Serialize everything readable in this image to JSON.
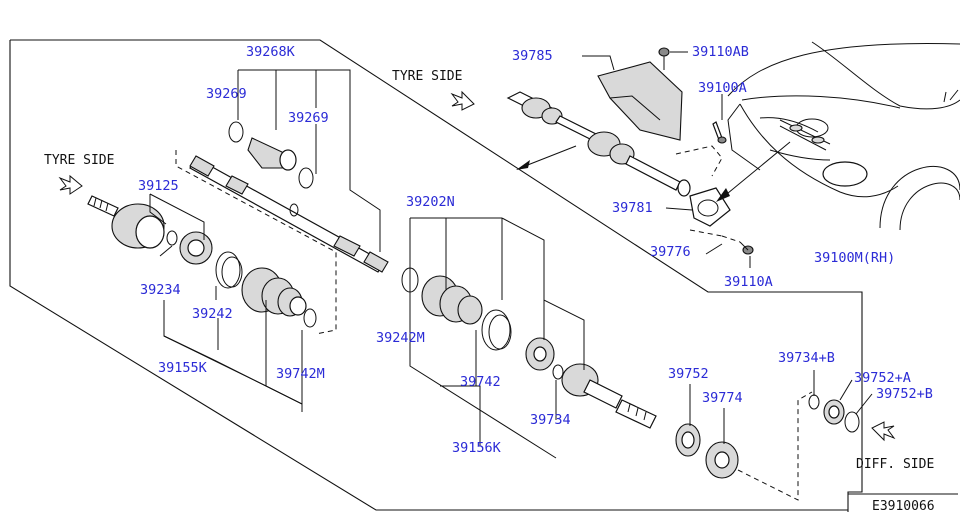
{
  "labels": {
    "p39268K": "39268K",
    "p39269a": "39269",
    "p39269b": "39269",
    "p39125": "39125",
    "p39234": "39234",
    "p39242": "39242",
    "p39155K": "39155K",
    "p39742M": "39742M",
    "p39202N": "39202N",
    "p39242M": "39242M",
    "p39742": "39742",
    "p39156K": "39156K",
    "p39734": "39734",
    "p39752": "39752",
    "p39774": "39774",
    "p39785": "39785",
    "p39110AB": "39110AB",
    "p39100A": "39100A",
    "p39781": "39781",
    "p39776": "39776",
    "p39110A": "39110A",
    "p39100M": "39100M(RH)",
    "p39734B": "39734+B",
    "p39752A": "39752+A",
    "p39752B": "39752+B"
  },
  "text": {
    "tyre_side_left": "TYRE SIDE",
    "tyre_side_top": "TYRE SIDE",
    "diff_side": "DIFF. SIDE",
    "diagram_code": "E3910066"
  }
}
